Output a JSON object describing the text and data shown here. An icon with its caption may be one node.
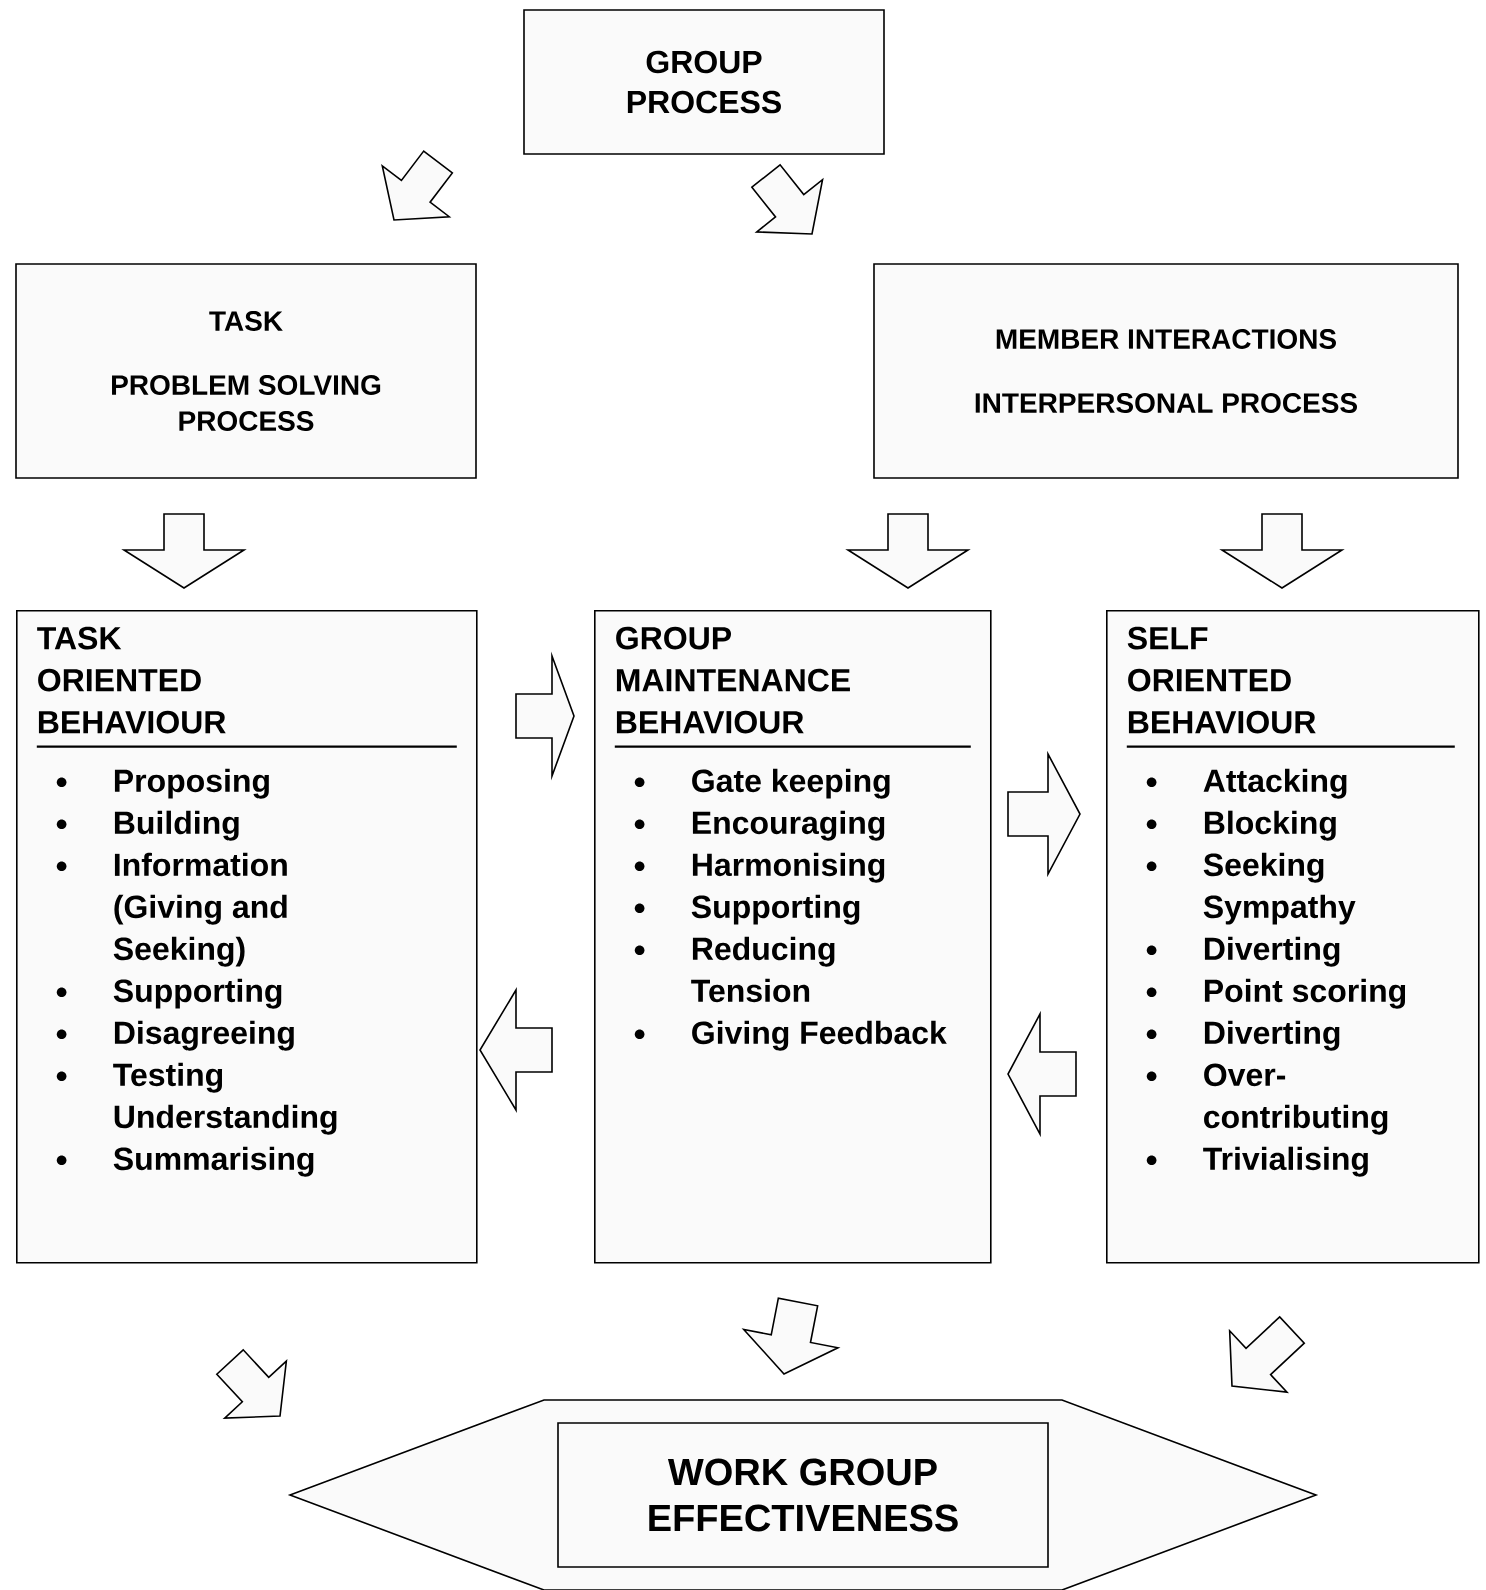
{
  "diagram": {
    "nodes": [
      {
        "text": [
          "GROUP PROCESS"
        ]
      },
      {
        "text": [
          "TASK",
          "PROBLEM SOLVING PROCESS"
        ]
      },
      {
        "text": [
          "MEMBER INTERACTIONS",
          "INTERPERSONAL PROCESS"
        ]
      },
      {
        "text": [
          "TASK ORIENTED BEHAVIOUR",
          "Proposing",
          "Building",
          "Information (Giving and Seeking)",
          "Supporting",
          "Disagreeing",
          "Testing Understanding",
          "Summarising"
        ]
      },
      {
        "text": [
          "GROUP MAINTENANCE BEHAVIOUR",
          "Gate keeping",
          "Encouraging",
          "Harmonising",
          "Supporting",
          "Reducing Tension",
          "Giving Feedback"
        ]
      },
      {
        "text": [
          "SELF ORIENTED BEHAVIOUR",
          "Attacking",
          "Blocking",
          "Seeking Sympathy",
          "Diverting",
          "Point scoring",
          "Diverting",
          "Over-contributing",
          "Trivialising"
        ]
      },
      {
        "text": [],
        "shape": "hexagon"
      },
      {
        "text": [
          "WORK GROUP EFFECTIVENESS"
        ],
        "in": 6
      }
    ],
    "edges": [
      {
        "from": 0,
        "to": 1,
        "arrow": "to"
      },
      {
        "from": 0,
        "to": 2,
        "arrow": "to"
      },
      {
        "from": 1,
        "to": 3,
        "arrow": "to"
      },
      {
        "from": 2,
        "to": 4,
        "arrow": "to"
      },
      {
        "from": 2,
        "to": 5,
        "arrow": "to"
      },
      {
        "from": 3,
        "to": 4,
        "arrow": "to"
      },
      {
        "from": 4,
        "to": 5,
        "arrow": "to"
      },
      {
        "from": 5,
        "to": 4,
        "arrow": "to"
      },
      {
        "from": 4,
        "to": 3,
        "arrow": "to"
      },
      {
        "from": 3,
        "to": 6,
        "arrow": "to"
      },
      {
        "from": 4,
        "to": 6,
        "arrow": "to"
      },
      {
        "from": 5,
        "to": 6,
        "arrow": "to"
      }
    ]
  }
}
